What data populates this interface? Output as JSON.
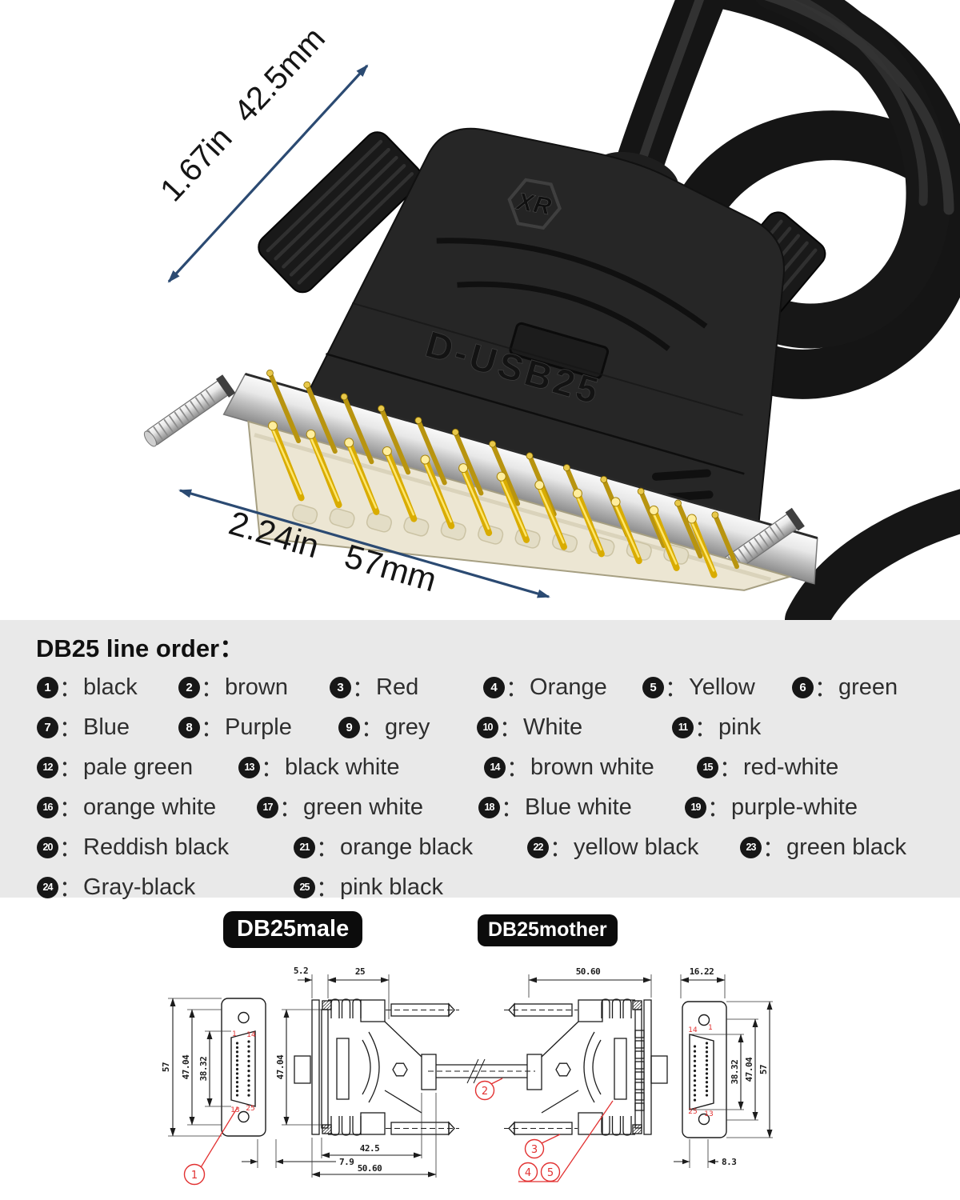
{
  "photo": {
    "logo_text": "XR",
    "shell_text": "D-USB25",
    "dims": {
      "diagonal_in": "1.67in",
      "diagonal_mm": "42.5mm",
      "width_in": "2.24in",
      "width_mm": "57mm"
    }
  },
  "line_order": {
    "heading": "DB25 line order：",
    "separator": "：",
    "rows": [
      [
        {
          "n": "1",
          "label": "black"
        },
        {
          "n": "2",
          "label": "brown"
        },
        {
          "n": "3",
          "label": "Red"
        },
        {
          "n": "4",
          "label": "Orange"
        },
        {
          "n": "5",
          "label": "Yellow"
        },
        {
          "n": "6",
          "label": "green"
        }
      ],
      [
        {
          "n": "7",
          "label": "Blue"
        },
        {
          "n": "8",
          "label": "Purple"
        },
        {
          "n": "9",
          "label": "grey"
        },
        {
          "n": "10",
          "label": "White"
        },
        {
          "n": "11",
          "label": "pink"
        }
      ],
      [
        {
          "n": "12",
          "label": "pale green"
        },
        {
          "n": "13",
          "label": "black white"
        },
        {
          "n": "14",
          "label": "brown white"
        },
        {
          "n": "15",
          "label": "red-white"
        }
      ],
      [
        {
          "n": "16",
          "label": "orange white"
        },
        {
          "n": "17",
          "label": "green white"
        },
        {
          "n": "18",
          "label": "Blue white"
        },
        {
          "n": "19",
          "label": "purple-white"
        }
      ],
      [
        {
          "n": "20",
          "label": "Reddish black"
        },
        {
          "n": "21",
          "label": "orange black"
        },
        {
          "n": "22",
          "label": "yellow black"
        },
        {
          "n": "23",
          "label": "green black"
        }
      ],
      [
        {
          "n": "24",
          "label": "Gray-black"
        },
        {
          "n": "25",
          "label": "pink black"
        }
      ]
    ]
  },
  "diagram": {
    "male_pill": "DB25male",
    "mother_pill": "DB25mother",
    "male_front": {
      "d57": "57",
      "d4704": "47.04",
      "d3832": "38.32",
      "d79": "7.9",
      "p1": "1",
      "p14": "14",
      "p13": "13",
      "p25": "25",
      "c1": "1"
    },
    "male_side": {
      "d52": "5.2",
      "d25": "25",
      "d4704": "47.04",
      "d425": "42.5",
      "d5060": "50.60"
    },
    "mother_side": {
      "d5060": "50.60",
      "c2": "2",
      "c3": "3",
      "c4": "4",
      "c5": "5"
    },
    "mother_front": {
      "d1622": "16.22",
      "d3832": "38.32",
      "d4704": "47.04",
      "d57": "57",
      "d83": "8.3",
      "p14": "14",
      "p1": "1",
      "p25": "25",
      "p13": "13"
    }
  },
  "colors": {
    "panel_bg": "#e9e9e9",
    "arrow_navy": "#2b4a72",
    "callout_red": "#e23131",
    "line_ink": "#1c1c1c",
    "pin_gold": "#d9ac00",
    "shroud_ivory": "#ece6d3"
  }
}
